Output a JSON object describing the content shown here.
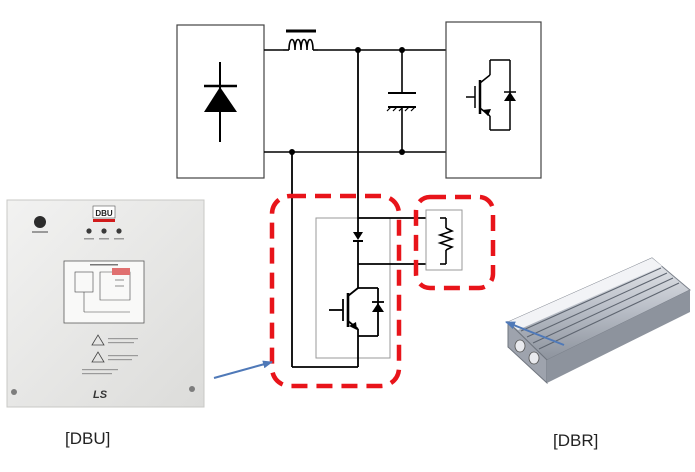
{
  "labels": {
    "dbu_caption": "[DBU]",
    "dbr_caption": "[DBR]"
  },
  "dbu_panel": {
    "badge": "DBU",
    "brand": "LS"
  },
  "colors": {
    "wire": "#000000",
    "dashed_highlight": "#e8141a",
    "pointer_arrow": "#4f79b8",
    "panel_face": "#ececeb",
    "dbr_body": "#c9ccd2"
  }
}
